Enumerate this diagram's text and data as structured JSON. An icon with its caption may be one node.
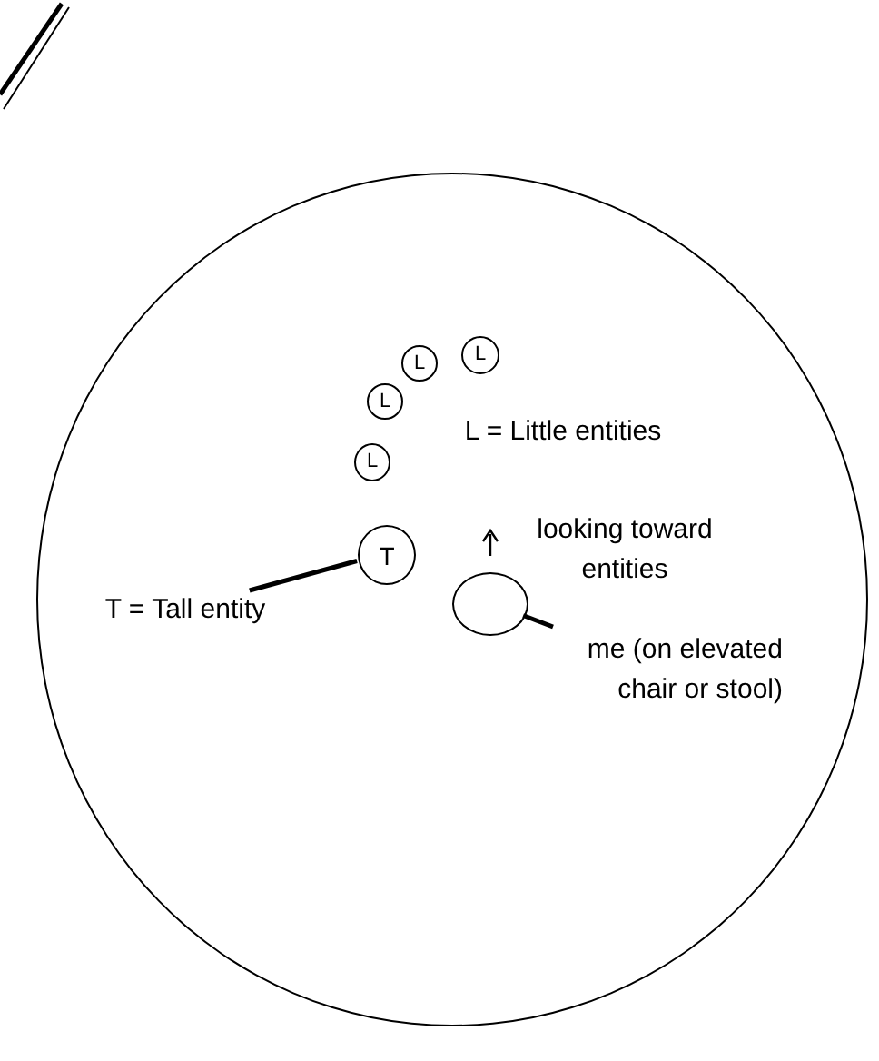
{
  "diagram": {
    "nodes": [
      {
        "text": [],
        "shape": "circle"
      },
      {
        "text": [
          "L"
        ],
        "in": 0
      },
      {
        "text": [
          "L"
        ],
        "in": 0
      },
      {
        "text": [
          "L"
        ],
        "in": 0
      },
      {
        "text": [
          "L"
        ],
        "in": 0
      },
      {
        "text": [
          "T"
        ],
        "in": 0
      },
      {
        "text": [],
        "shape": "circle",
        "in": 0
      },
      {
        "text": [
          "T = Tall entity"
        ],
        "in": 0
      },
      {
        "text": [
          "me (on elevated chair or stool)"
        ],
        "in": 0
      }
    ],
    "edges": [
      {
        "from": 7,
        "to": 5,
        "arrow": "none"
      },
      {
        "from": 8,
        "to": 6,
        "arrow": "none"
      }
    ],
    "labels": [
      "L =  Little entities",
      "looking toward entities"
    ]
  }
}
